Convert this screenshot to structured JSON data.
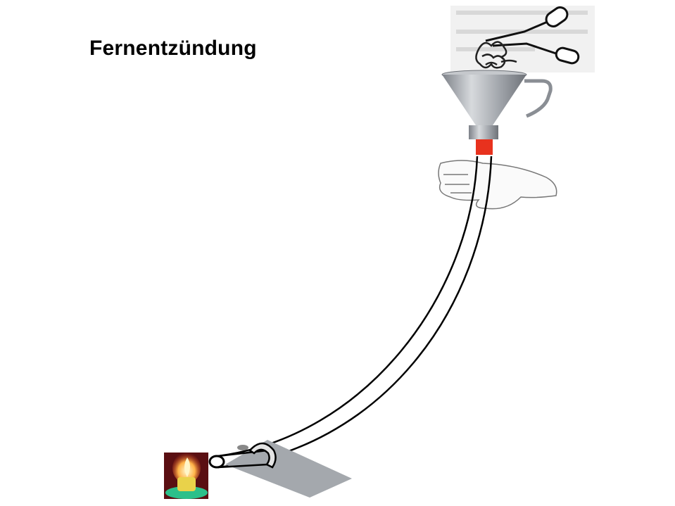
{
  "slide": {
    "title": "Fernentzündung"
  },
  "colors": {
    "funnel": "#a9adb3",
    "nozzle": "#e8321e",
    "plate": "#a4a8ad",
    "candle": "#e9d24a",
    "candle_base": "#2cc08a",
    "candle_bg": "#5a0f12"
  },
  "icons": [
    "tongs-with-steel-wool",
    "funnel",
    "glove-hand",
    "tube",
    "metal-plate",
    "candle"
  ]
}
